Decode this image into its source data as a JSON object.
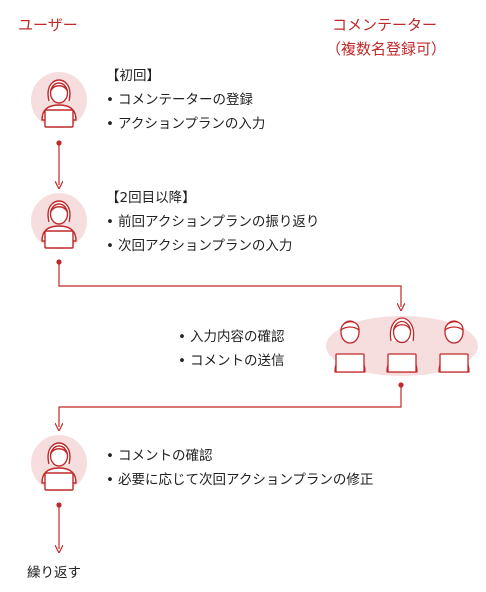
{
  "headers": {
    "user": "ユーザー",
    "commentator_line1": "コメンテーター",
    "commentator_line2": "（複数名登録可）"
  },
  "step1": {
    "title": "【初回】",
    "items": [
      "コメンテーターの登録",
      "アクションプランの入力"
    ]
  },
  "step2": {
    "title": "【2回目以降】",
    "items": [
      "前回アクションプランの振り返り",
      "次回アクションプランの入力"
    ]
  },
  "step3": {
    "items": [
      "入力内容の確認",
      "コメントの送信"
    ]
  },
  "step4": {
    "items": [
      "コメントの確認",
      "必要に応じて次回アクションプランの修正"
    ]
  },
  "footer": {
    "repeat": "繰り返す"
  },
  "colors": {
    "accent": "#c0282a",
    "person_bg": "#f6dede",
    "group_bg": "#f6dede"
  }
}
